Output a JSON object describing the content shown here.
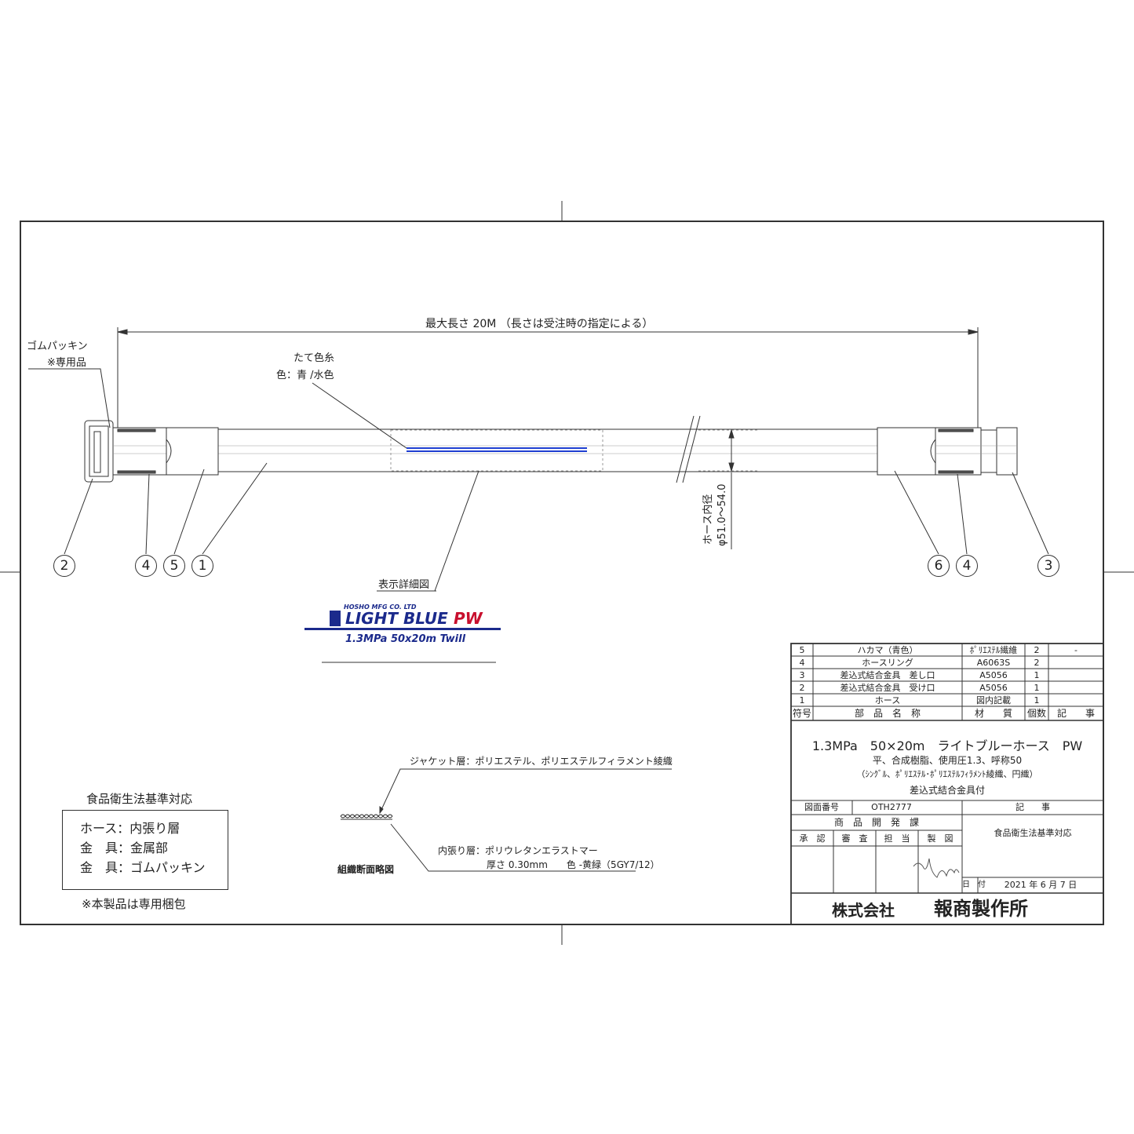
{
  "dimension": {
    "overall_length": "最大長さ  20M  （長さは受注時の指定による）"
  },
  "notes": {
    "packing_label": "ゴムパッキン",
    "packing_special": "※専用品",
    "thread_label": "たて色糸",
    "thread_color": "色：青 /水色",
    "inner_diameter_label": "ホース内径",
    "inner_diameter_value": "φ51.0～54.0",
    "display_detail": "表示詳細図"
  },
  "balloons": [
    "2",
    "4",
    "5",
    "1",
    "6",
    "4",
    "3"
  ],
  "logo": {
    "maker": "HOSHO MFG CO. LTD",
    "name": "LIGHT BLUE",
    "suffix": "PW",
    "spec": "1.3MPa   50x20m   Twill",
    "colors": {
      "navy": "#1b2a8c",
      "accent": "#c8102e",
      "blue": "#1f3fd1"
    }
  },
  "section": {
    "jacket": "ジャケット層：ポリエステル、ポリエステルフィラメント綾織",
    "lining": "内張り層：ポリウレタンエラストマー",
    "lining_detail": "厚さ 0.30mm　　色 -黄緑（5GY7/12）",
    "caption": "組織断面略図"
  },
  "food": {
    "title": "食品衛生法基準対応",
    "lines": [
      "ホース：内張り層",
      "金　具：金属部",
      "金　具：ゴムパッキン"
    ],
    "note": "※本製品は専用梱包"
  },
  "parts_table": {
    "rows": [
      {
        "no": "5",
        "name": "ハカマ（青色）",
        "material": "ﾎﾟﾘｴｽﾃﾙ繊維",
        "qty": "2",
        "remark": "-"
      },
      {
        "no": "4",
        "name": "ホースリング",
        "material": "A6063S",
        "qty": "2",
        "remark": ""
      },
      {
        "no": "3",
        "name": "差込式結合金具　差し口",
        "material": "A5056",
        "qty": "1",
        "remark": ""
      },
      {
        "no": "2",
        "name": "差込式結合金具　受け口",
        "material": "A5056",
        "qty": "1",
        "remark": ""
      },
      {
        "no": "1",
        "name": "ホース",
        "material": "図内記載",
        "qty": "1",
        "remark": ""
      }
    ],
    "headers": {
      "no": "符号",
      "name": "部　品　名　称",
      "material": "材　　質",
      "qty": "個数",
      "remark": "記　　事"
    }
  },
  "title_block": {
    "title": "1.3MPa　50×20m　ライトブルーホース　PW",
    "sub1": "平、合成樹脂、使用圧1.3、呼称50",
    "sub2": "（ｼﾝｸﾞﾙ、ﾎﾟﾘｴｽﾃﾙ･ﾎﾟﾘｴｽﾃﾙﾌｨﾗﾒﾝﾄ綾織、円織）",
    "sub3": "差込式結合金具付",
    "drawing_no_label": "図面番号",
    "drawing_no": "OTH2777",
    "remarks_label": "記　　事",
    "remarks": "食品衛生法基準対応",
    "dept": "商　品　開　発　課",
    "approvals": [
      "承　認",
      "審　査",
      "担　当",
      "製　図"
    ],
    "date_label": "日　付",
    "date": "2021 年  6 月  7 日",
    "company_prefix": "株式会社",
    "company": "報商製作所"
  }
}
